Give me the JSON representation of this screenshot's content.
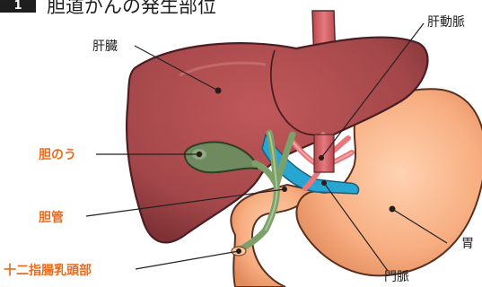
{
  "header": {
    "number": "1",
    "title": "胆道がんの発生部位"
  },
  "labels": {
    "liver": "肝臓",
    "hepatic_artery": "肝動脈",
    "gallbladder": "胆のう",
    "bile_duct": "胆管",
    "duodenal_papilla": "十二指腸乳頭部",
    "portal_vein": "門脈",
    "stomach": "胃"
  },
  "colors": {
    "highlight_text": "#ee6b1e",
    "liver": "#a8494c",
    "stomach": "#f6a77a",
    "gallbladder": "#6f8a5e",
    "bile_duct": "#7da06a",
    "artery": "#e9767a",
    "portal_vein": "#28a6d2",
    "aorta": "#cf5a60"
  }
}
